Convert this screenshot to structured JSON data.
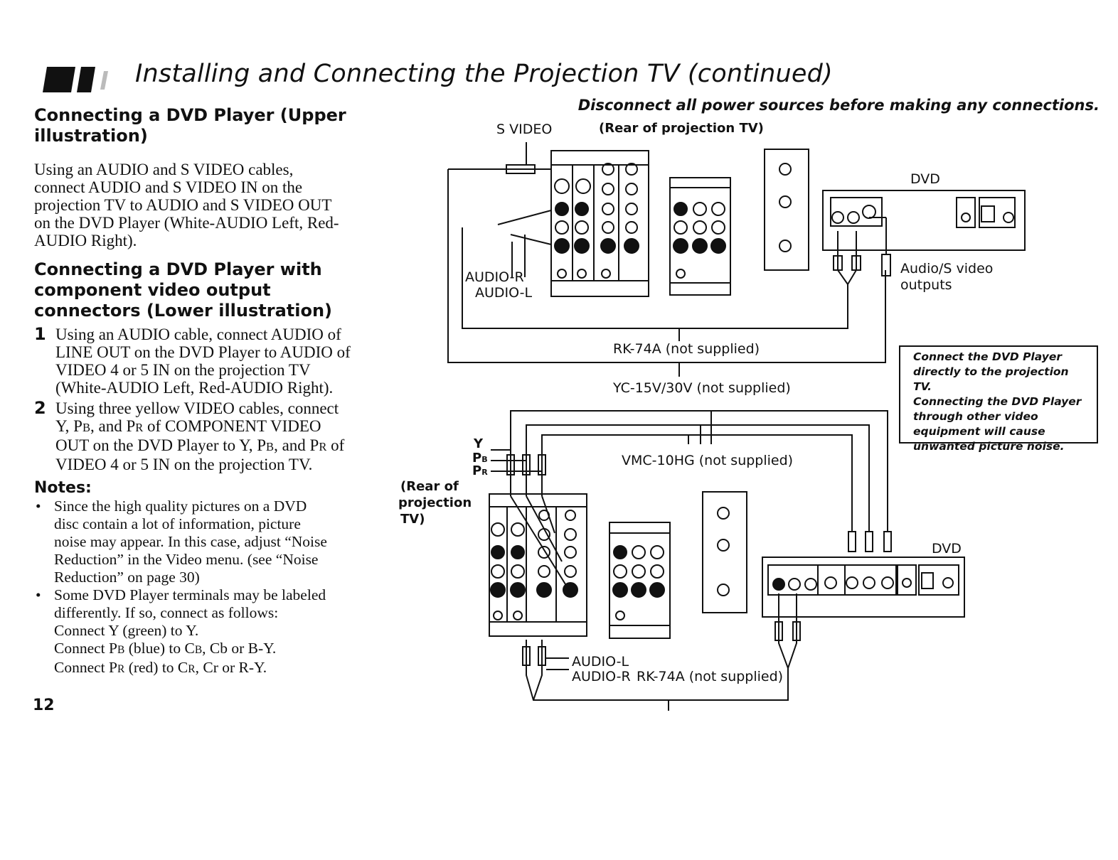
{
  "header": {
    "title": "Installing and Connecting the Projection TV (continued)",
    "warning": "Disconnect all power sources before making any connections."
  },
  "section1": {
    "heading_line1": "Connecting a DVD Player (Upper",
    "heading_line2": "illustration)",
    "body_line1": "Using an AUDIO and S VIDEO cables,",
    "body_line2": "connect AUDIO and S VIDEO IN on the",
    "body_line3": "projection TV to AUDIO and S VIDEO OUT",
    "body_line4": "on the DVD Player (White-AUDIO Left, Red-",
    "body_line5": "AUDIO Right)."
  },
  "section2": {
    "heading_line1": "Connecting a DVD Player with",
    "heading_line2": "component video output",
    "heading_line3": "connectors (Lower illustration)",
    "step1_num": "1",
    "step1_line1": "Using an AUDIO cable, connect AUDIO of",
    "step1_line2": "LINE OUT on the DVD Player to AUDIO of",
    "step1_line3": "VIDEO 4 or 5 IN on the projection TV",
    "step1_line4": "(White-AUDIO Left, Red-AUDIO Right).",
    "step2_num": "2",
    "step2_line1": "Using three yellow VIDEO cables, connect",
    "step2_line2_a": "Y, P",
    "step2_line2_b": "B",
    "step2_line2_c": ", and P",
    "step2_line2_d": "R",
    "step2_line2_e": " of COMPONENT VIDEO",
    "step2_line3_a": "OUT on the DVD Player to Y, P",
    "step2_line3_b": "B",
    "step2_line3_c": ", and P",
    "step2_line3_d": "R",
    "step2_line3_e": " of",
    "step2_line4": "VIDEO 4 or 5 IN on the projection TV."
  },
  "notes": {
    "heading": "Notes:",
    "bullet": "•",
    "note1_line1": "Since the high quality pictures on a DVD",
    "note1_line2": "disc contain a lot of information, picture",
    "note1_line3": "noise may appear. In this case, adjust “Noise",
    "note1_line4": "Reduction” in the Video menu. (see “Noise",
    "note1_line5": "Reduction” on page 30)",
    "note2_line1": "Some DVD Player terminals may be labeled",
    "note2_line2": "differently. If so, connect as follows:",
    "note2_line3": "Connect Y (green) to Y.",
    "note2_line4_a": "Connect P",
    "note2_line4_b": "B",
    "note2_line4_c": " (blue) to C",
    "note2_line4_d": "B",
    "note2_line4_e": ", Cb or B-Y.",
    "note2_line5_a": "Connect P",
    "note2_line5_b": "R",
    "note2_line5_c": " (red) to C",
    "note2_line5_d": "R",
    "note2_line5_e": ", Cr or R-Y."
  },
  "page_number": "12",
  "caution": {
    "line1": "Connect the DVD Player",
    "line2": "directly to the  projection TV.",
    "line3": "Connecting the DVD Player",
    "line4": "through other video",
    "line5": "equipment will cause",
    "line6": "unwanted picture noise."
  },
  "diagram_upper": {
    "s_video": "S VIDEO",
    "rear_label": "(Rear of projection TV)",
    "dvd": "DVD",
    "audio_r": "AUDIO-R",
    "audio_l": "AUDIO-L",
    "outputs_line1": "Audio/S video",
    "outputs_line2": "outputs",
    "rk_cable": "RK-74A (not supplied)",
    "yc_cable": "YC-15V/30V (not supplied)"
  },
  "diagram_lower": {
    "y": "Y",
    "pb_main": "P",
    "pb_sub": "B",
    "pr_main": "P",
    "pr_sub": "R",
    "vmc_cable": "VMC-10HG (not supplied)",
    "rear_line1": "(Rear of",
    "rear_line2": "projection",
    "rear_line3": "TV)",
    "dvd": "DVD",
    "audio_l": "AUDIO-L",
    "audio_r": "AUDIO-R",
    "rk_cable": "RK-74A (not supplied)"
  }
}
